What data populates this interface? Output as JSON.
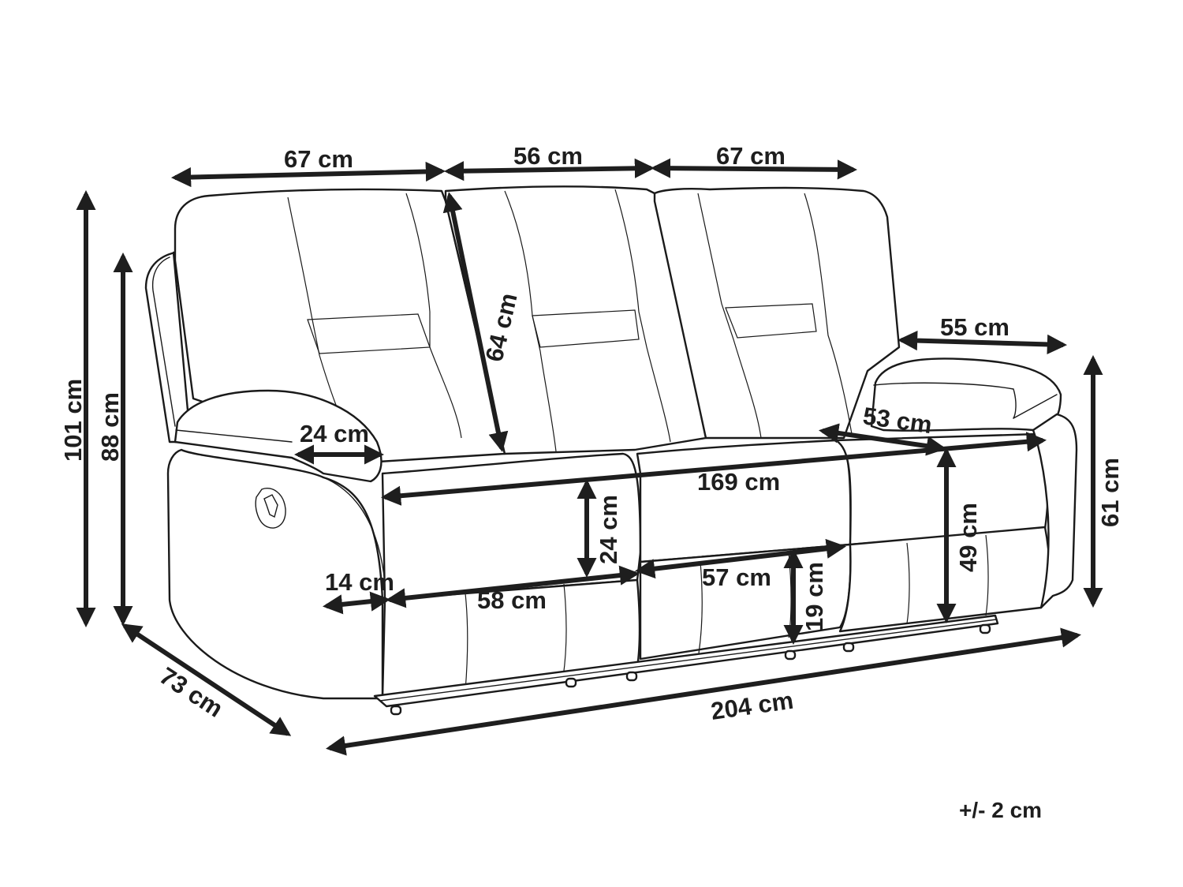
{
  "diagram": {
    "subject": "Three-seater recliner sofa dimension drawing",
    "colors": {
      "line": "#1a1a1a",
      "arrow": "#1e1e1e",
      "background": "#ffffff"
    },
    "dimensions": {
      "backrest_left_width": "67 cm",
      "backrest_middle_width": "56 cm",
      "backrest_right_width": "67 cm",
      "backrest_height": "64 cm",
      "total_height": "101 cm",
      "backrest_side_height": "88 cm",
      "armrest_top_width": "24 cm",
      "armrest_depth": "55 cm",
      "seat_depth": "53 cm",
      "seat_total_width": "169 cm",
      "seat_cushion_thickness": "24 cm",
      "arm_side_width": "14 cm",
      "seat_left_width": "58 cm",
      "seat_middle_width": "57 cm",
      "footrest_height": "19 cm",
      "seat_height": "49 cm",
      "armrest_height": "61 cm",
      "total_depth": "73 cm",
      "total_width": "204 cm"
    },
    "tolerance_note": "+/- 2 cm"
  }
}
